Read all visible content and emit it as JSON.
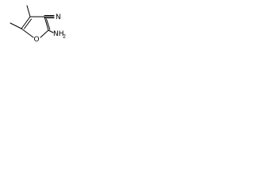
{
  "molecule": {
    "atoms": {
      "nitrile_n": "N",
      "ring_o": "O",
      "amino_nh": "NH",
      "amino_sub": "2"
    }
  }
}
